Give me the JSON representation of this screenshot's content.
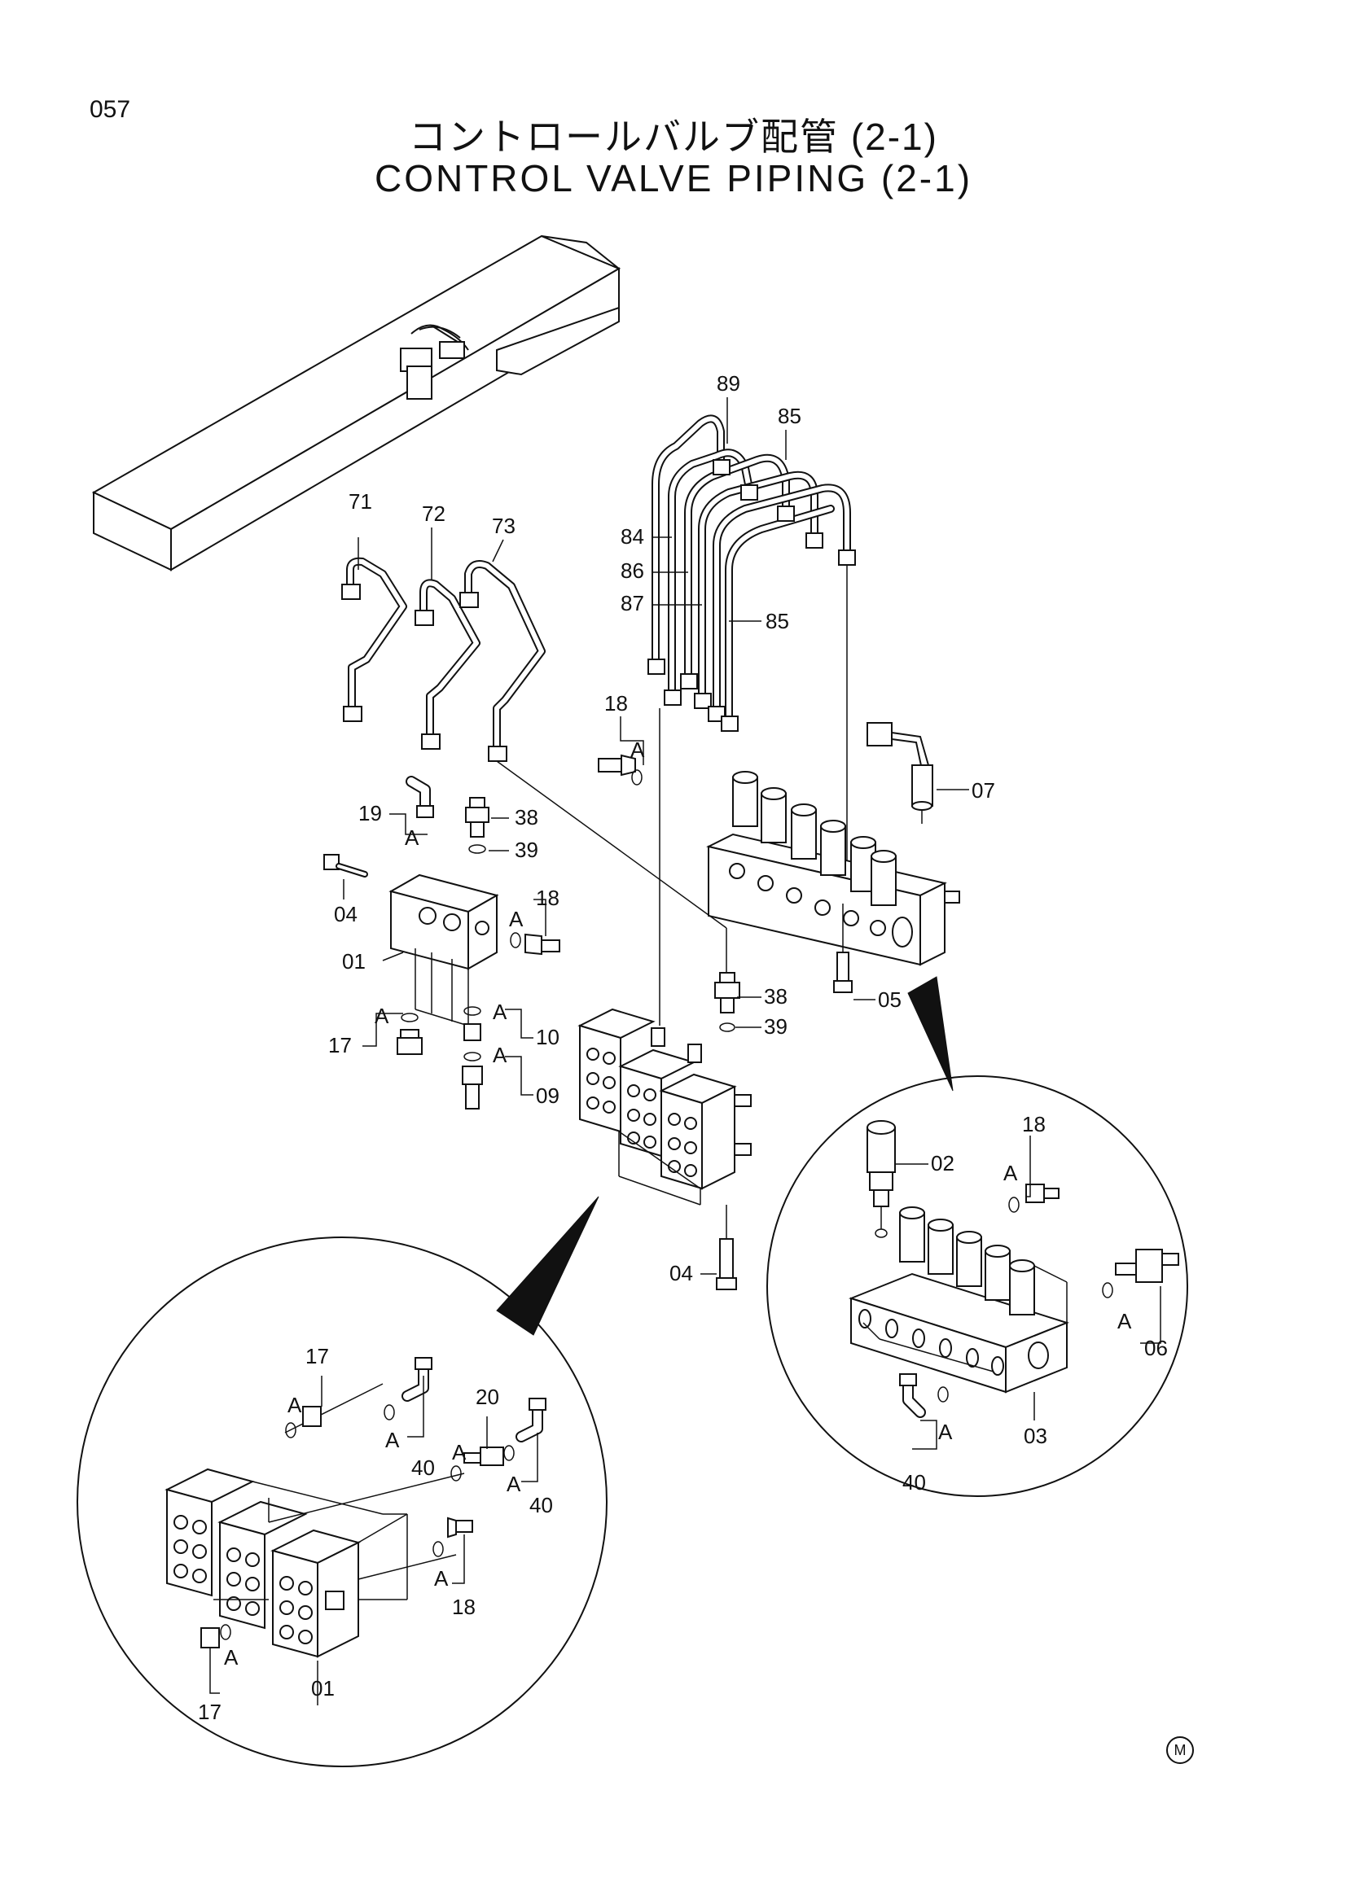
{
  "header": {
    "page_number": "057",
    "title_jp": "コントロールバルブ配管 (2-1)",
    "title_en": "CONTROL VALVE PIPING (2-1)"
  },
  "footer": {
    "mark": "M"
  },
  "callouts": {
    "c89": "89",
    "c85a": "85",
    "c85b": "85",
    "c84": "84",
    "c86": "86",
    "c87": "87",
    "c71": "71",
    "c72": "72",
    "c73": "73",
    "c18a": "18",
    "c18b": "18",
    "c18c": "18",
    "c18d": "18",
    "c07": "07",
    "c19": "19",
    "c38a": "38",
    "c38b": "38",
    "c39a": "39",
    "c39b": "39",
    "c04a": "04",
    "c04b": "04",
    "c01a": "01",
    "c01b": "01",
    "c17a": "17",
    "c17b": "17",
    "c17c": "17",
    "c10": "10",
    "c09": "09",
    "c05": "05",
    "c02": "02",
    "c06": "06",
    "c03": "03",
    "c40a": "40",
    "c40b": "40",
    "c40c": "40",
    "c20": "20"
  },
  "a_marks": {
    "a1": "A",
    "a2": "A",
    "a3": "A",
    "a4": "A",
    "a5": "A",
    "a6": "A",
    "a7": "A",
    "a8": "A",
    "a9": "A",
    "a10": "A",
    "a11": "A",
    "a12": "A",
    "a13": "A",
    "a14": "A",
    "a15": "A"
  }
}
